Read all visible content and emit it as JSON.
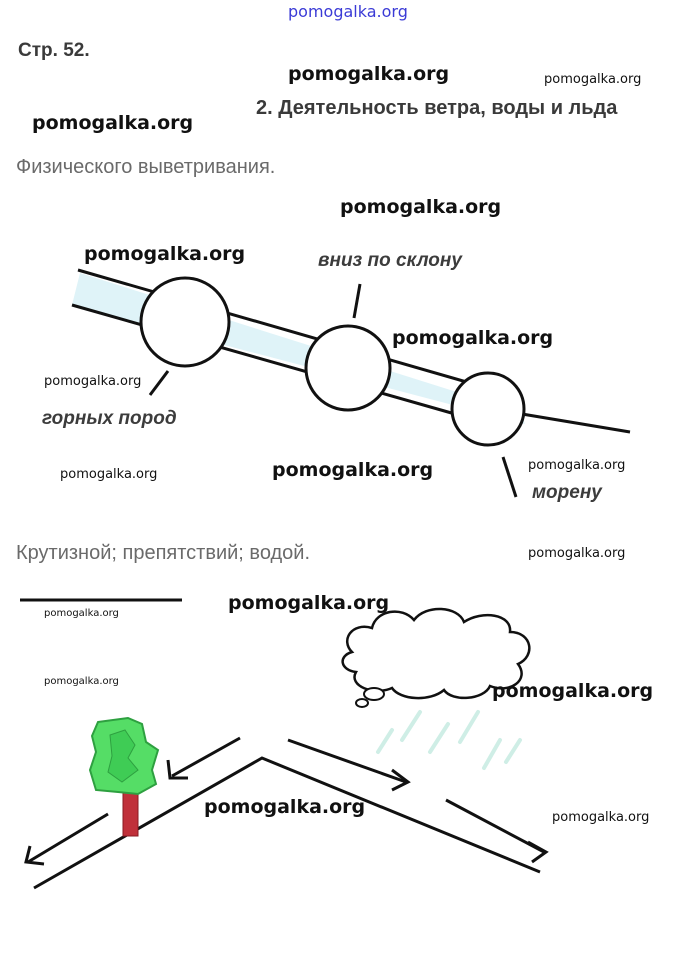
{
  "header": {
    "top_link": "pomogalka.org",
    "page_number": "Стр. 52.",
    "section_title": "2. Деятельность ветра, воды и льда"
  },
  "answers": {
    "answer_1": "Физического выветривания.",
    "answer_2": "Крутизной; препятствий; водой."
  },
  "figure_1": {
    "label_top": "вниз по склону",
    "label_left": "горных пород",
    "label_right": "морену"
  },
  "watermark_text": "pomogalka.org",
  "colors": {
    "band_fill": "#dff3f8",
    "tree_crown": "#55dd66",
    "tree_trunk": "#c0303a",
    "rain": "#cfeee6",
    "link_blue": "#3b3bd6"
  }
}
